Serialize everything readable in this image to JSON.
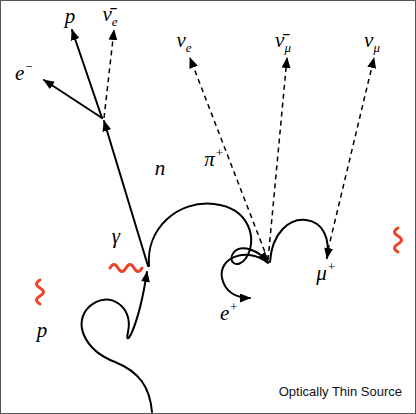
{
  "diagram": {
    "nodes": [
      {
        "text": [
          "Optically Thin Source"
        ]
      }
    ],
    "labels": [
      "p",
      "ν̄e",
      "e−",
      "νe",
      "ν̄μ",
      "νμ",
      "n",
      "π+",
      "γ",
      "μ+",
      "e+",
      "p"
    ]
  }
}
